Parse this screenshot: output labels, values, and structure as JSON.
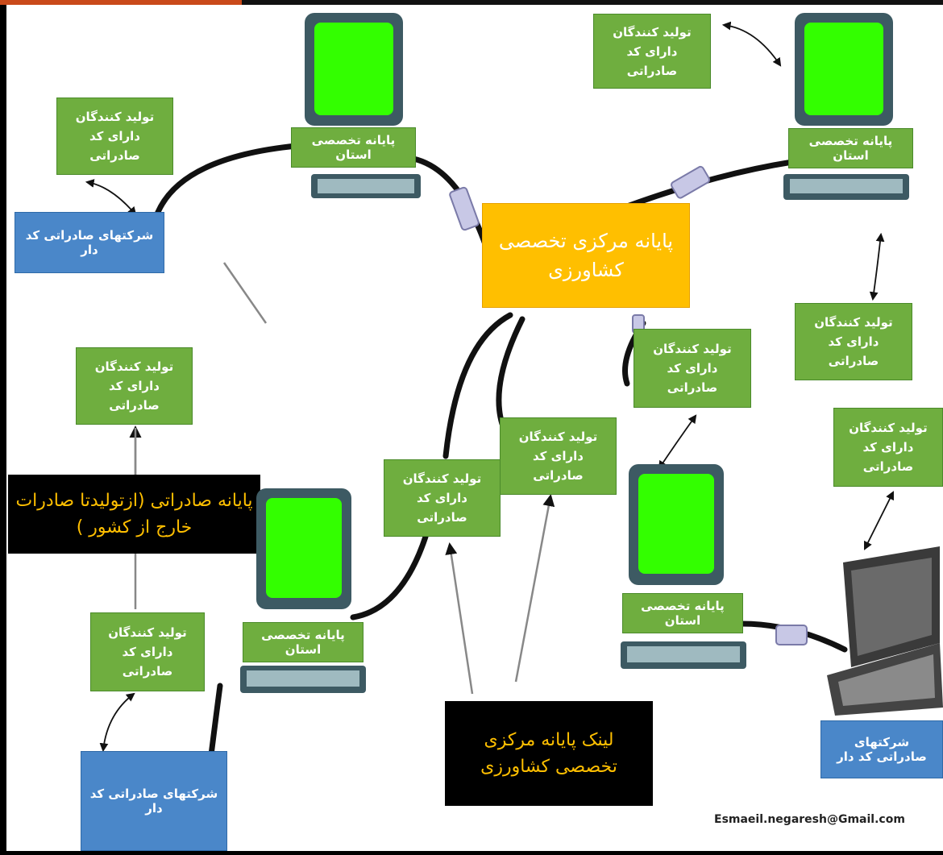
{
  "colors": {
    "green": "#6fae3f",
    "blue": "#4a87c9",
    "gold": "#ffbf00",
    "black": "#000000",
    "screen": "#33ff00"
  },
  "central_terminal": "پایانه مرکزی تخصصی کشاورزی",
  "export_terminal": "پایانه صادراتی (ازتولیدتا صادرات خارج از کشور )",
  "central_link": "لینک پایانه مرکزی تخصصی کشاورزی",
  "provincial_terminal": "پایانه تخصصی استان",
  "producers": "تولید کنندگان دارای کد صادراتی",
  "export_companies": "شرکتهای صادراتی کد دار",
  "email": "Esmaeil.negaresh@Gmail.com",
  "icons": [
    "desktop-computer-icon",
    "laptop-icon",
    "usb-connector-icon",
    "double-arrow-icon"
  ]
}
